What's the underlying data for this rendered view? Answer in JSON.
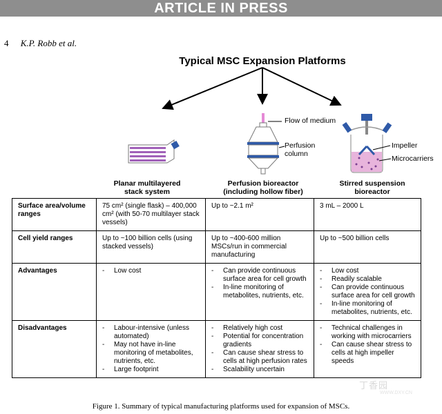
{
  "banner": "ARTICLE IN PRESS",
  "running_head": {
    "page": "4",
    "authors": "K.P. Robb et al."
  },
  "figure": {
    "title": "Typical MSC Expansion Platforms",
    "labels": {
      "flow_of_medium": "Flow of medium",
      "perfusion_column": "Perfusion column",
      "impeller": "Impeller",
      "microcarriers": "Microcarriers"
    },
    "platforms": [
      "Planar multilayered stack system",
      "Perfusion bioreactor (including hollow fiber)",
      "Stirred suspension bioreactor"
    ],
    "colors": {
      "stack_stripes": "#a060b8",
      "cap_blue": "#2f5aa8",
      "microcarrier_pink": "#e8b4dc"
    }
  },
  "table": {
    "surface_area": {
      "label": "Surface area/volume ranges",
      "planar_value": "75 cm²",
      "planar_note": "(single flask) – 400,000 cm² (with 50-70 multilayer stack vessels)",
      "perfusion": "Up to ~2.1 m²",
      "stirred": "3 mL – 2000 L"
    },
    "cell_yield": {
      "label": "Cell yield ranges",
      "planar": "Up to ~100 billion cells (using stacked vessels)",
      "perfusion": "Up to ~400-600 million MSCs/run in commercial manufacturing",
      "stirred": "Up to ~500 billion cells"
    },
    "advantages": {
      "label": "Advantages",
      "planar": [
        "Low cost"
      ],
      "perfusion": [
        "Can provide continuous surface area for cell growth",
        "In-line monitoring of metabolites, nutrients, etc."
      ],
      "stirred": [
        "Low cost",
        "Readily scalable",
        "Can provide continuous surface area for cell growth",
        "In-line monitoring of metabolites, nutrients, etc."
      ]
    },
    "disadvantages": {
      "label": "Disadvantages",
      "planar": [
        "Labour-intensive (unless automated)",
        "May not have in-line monitoring of metabolites, nutrients, etc.",
        "Large footprint"
      ],
      "perfusion": [
        "Relatively high cost",
        "Potential for concentration gradients",
        "Can cause shear stress to cells at high perfusion rates",
        "Scalability uncertain"
      ],
      "stirred": [
        "Technical challenges in working with microcarriers",
        "Can cause shear stress to cells at high impeller speeds"
      ]
    }
  },
  "caption": "Figure 1.  Summary of typical manufacturing platforms used for expansion of MSCs.",
  "watermark": "丁香园",
  "watermark_sub": "WWW.DXY.CN"
}
